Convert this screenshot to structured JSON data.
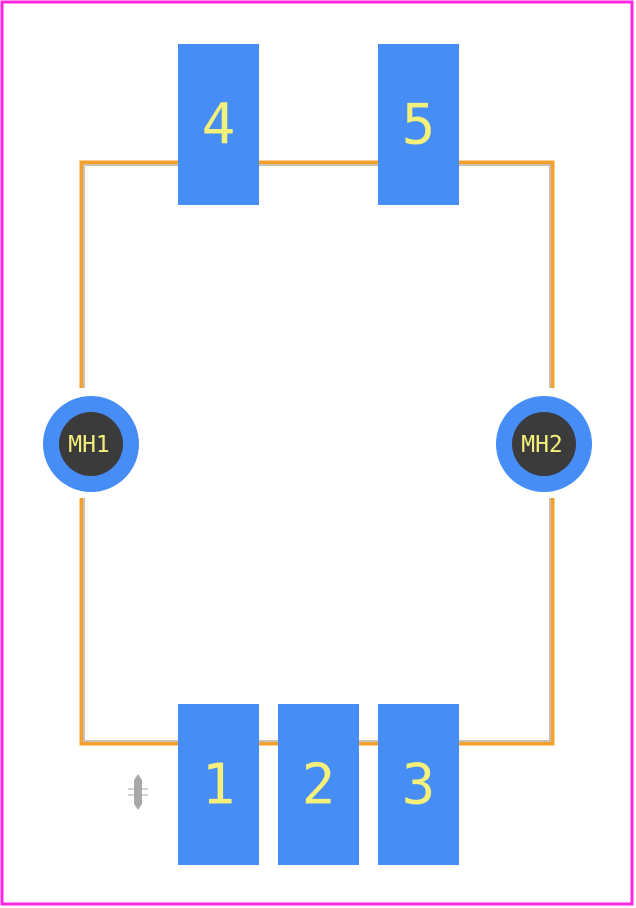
{
  "colors": {
    "background": "#ffffff",
    "board_outline": "#ff26e2",
    "silkscreen": "#f5a02a",
    "silkscreen_inner": "#c9c0b8",
    "pad": "#468df5",
    "hole_ring": "#468df5",
    "hole_center": "#3b3b3b",
    "label": "#f4f07a",
    "marker": "#a9a9a9"
  },
  "pads": [
    {
      "id": "pad-1",
      "label": "1"
    },
    {
      "id": "pad-2",
      "label": "2"
    },
    {
      "id": "pad-3",
      "label": "3"
    },
    {
      "id": "pad-4",
      "label": "4"
    },
    {
      "id": "pad-5",
      "label": "5"
    }
  ],
  "mounting_holes": [
    {
      "id": "mh-1",
      "label": "MH1"
    },
    {
      "id": "mh-2",
      "label": "MH2"
    }
  ]
}
